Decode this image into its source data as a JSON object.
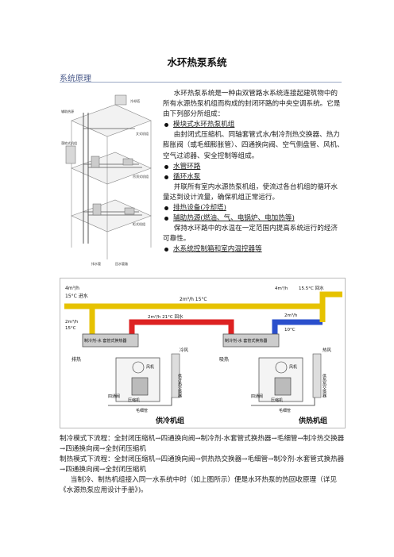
{
  "doc": {
    "title": "水环热泵系统",
    "section": "系统原理"
  },
  "intro": {
    "para1": "水环热泵系统是一种由双管路水系统连接起建筑物中的所有水源热泵机组而构成的封闭环路的中央空调系统。它是由下列部分所组成：",
    "items": [
      {
        "label": "模块式水环热泵机组",
        "desc": "由封闭式压缩机、同轴套管式水/制冷剂热交换器、热力膨胀阀（或毛细膨胀管）、四通换向阀、空气侧盘管、风机、空气过滤器、安全控制等组成。"
      },
      {
        "label": "水管环路",
        "desc": ""
      },
      {
        "label": "循环水泵",
        "desc": "并联所有室内水源热泵机组，使流过各台机组的循环水量达到设计流量，确保机组正常运行。"
      },
      {
        "label": "排热设备(冷却塔)",
        "desc": ""
      },
      {
        "label": "辅助热源(燃油、气、电锅炉、电加热等)",
        "desc": "保持水环路中的水温在一定范围内提高系统运行的经济可靠性。"
      },
      {
        "label": "水系统控制箱和室内温控器等",
        "desc": ""
      }
    ]
  },
  "fig1": {
    "labels": [
      "冷却塔",
      "辅助热源",
      "文式机组",
      "吊顶式机组",
      "落地式机组",
      "柜式机组",
      "排水管",
      "回水管路",
      "供水管路"
    ]
  },
  "diagram": {
    "inlet_flow": "4m³/h",
    "inlet_temp": "15°C 进水",
    "top_left_flow": "2m³/h 15°C",
    "mid_flow": "2m³/h  21°C 回水",
    "left_unit_flow": "2m³/h",
    "left_unit_temp": "15°C",
    "right_top_flow": "4m³/h",
    "right_top_temp": "15.5°C 回水",
    "right_unit_flow": "2m³/h",
    "right_unit_temp": "10°C",
    "exchanger_left": "制冷剂-水 套管式换热器",
    "exchanger_right": "制冷剂-水 套管式换热器",
    "left_exhaust": "排热",
    "right_absorb": "吸热",
    "cold_air": "冷风",
    "hot_air": "热风",
    "fan": "风机",
    "compressor": "压缩机",
    "four_way": "四通阀",
    "capillary": "毛细管",
    "cooling_coil": "供冷热交换器",
    "heating_coil": "供热热交换器",
    "cooling_unit": "供冷机组",
    "heating_unit": "供热机组"
  },
  "flow": {
    "cooling": "制冷模式下流程：全封闭压缩机→四通换向阀→制冷剂-水套管式换热器→毛细管→制冷热交换器→四通换向阀→全封闭压缩机",
    "heating": "制热模式下流程：全封闭压缩机→四通换向阀→供热热交换器→毛细管→制冷剂-水套管式换热器→四通换向阀→全封闭压缩机",
    "note": "当制冷、制热机组接入同一水系统中时（如上图所示）便是水环热泵的热回收原理（详见《水源热泵应用设计手册》)。"
  }
}
